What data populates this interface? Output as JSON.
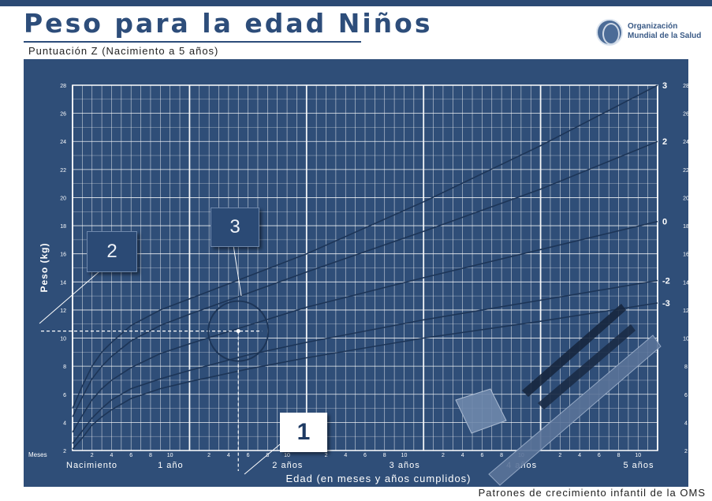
{
  "header": {
    "title": "Peso para la edad Niños",
    "subtitle": "Puntuación Z (Nacimiento a 5 años)",
    "org_line1": "Organización",
    "org_line2": "Mundial de la Salud",
    "footer": "Patrones de crecimiento infantil de la OMS"
  },
  "callouts": [
    {
      "label": "1"
    },
    {
      "label": "2"
    },
    {
      "label": "3"
    }
  ],
  "colors": {
    "panel": "#2f4e78",
    "grid": "#ffffff",
    "curve": "#1d3557",
    "accent": "#2d4d7a"
  },
  "chart_data": {
    "type": "line",
    "title": "Peso para la edad Niños",
    "subtitle": "Puntuación Z (Nacimiento a 5 años)",
    "xlabel": "Edad (en meses y años cumplidos)",
    "ylabel": "Peso (kg)",
    "xlim": [
      0,
      60
    ],
    "ylim": [
      2,
      28
    ],
    "grid": true,
    "y_ticks": [
      2,
      4,
      6,
      8,
      10,
      12,
      14,
      16,
      18,
      20,
      22,
      24,
      26,
      28
    ],
    "y_tick_labels_left": [
      "2",
      "4",
      "6",
      "8",
      "10",
      "12",
      "14",
      "16",
      "18",
      "20",
      "22",
      "24",
      "26",
      "28"
    ],
    "month_label": "Meses",
    "year_labels": [
      {
        "month": 0,
        "text": "Nacimiento"
      },
      {
        "month": 12,
        "text": "1 año"
      },
      {
        "month": 24,
        "text": "2 años"
      },
      {
        "month": 36,
        "text": "3 años"
      },
      {
        "month": 48,
        "text": "4 años"
      },
      {
        "month": 60,
        "text": "5 años"
      }
    ],
    "month_ticks": [
      "2",
      "4",
      "6",
      "8",
      "10"
    ],
    "series": [
      {
        "name": "3",
        "x": [
          0,
          1,
          2,
          3,
          4,
          6,
          9,
          12,
          18,
          24,
          36,
          48,
          60
        ],
        "values": [
          5.0,
          6.6,
          8.0,
          9.0,
          9.7,
          10.9,
          12.0,
          12.8,
          14.4,
          16.0,
          19.7,
          23.7,
          28.0
        ]
      },
      {
        "name": "2",
        "x": [
          0,
          1,
          2,
          3,
          4,
          6,
          9,
          12,
          18,
          24,
          36,
          48,
          60
        ],
        "values": [
          4.4,
          5.8,
          7.1,
          8.0,
          8.7,
          9.8,
          10.9,
          11.7,
          13.2,
          14.7,
          17.6,
          20.6,
          24.0
        ]
      },
      {
        "name": "0",
        "x": [
          0,
          1,
          2,
          3,
          4,
          6,
          9,
          12,
          18,
          24,
          36,
          48,
          60
        ],
        "values": [
          3.3,
          4.5,
          5.6,
          6.4,
          7.0,
          7.9,
          8.9,
          9.6,
          10.9,
          12.2,
          14.3,
          16.3,
          18.3
        ]
      },
      {
        "name": "-2",
        "x": [
          0,
          1,
          2,
          3,
          4,
          6,
          9,
          12,
          18,
          24,
          36,
          48,
          60
        ],
        "values": [
          2.5,
          3.4,
          4.3,
          5.0,
          5.6,
          6.4,
          7.1,
          7.7,
          8.8,
          9.7,
          11.3,
          12.7,
          14.1
        ]
      },
      {
        "name": "-3",
        "x": [
          0,
          1,
          2,
          3,
          4,
          6,
          9,
          12,
          18,
          24,
          36,
          48,
          60
        ],
        "values": [
          2.1,
          2.9,
          3.8,
          4.4,
          4.9,
          5.7,
          6.4,
          6.9,
          7.8,
          8.6,
          10.0,
          11.2,
          12.5
        ]
      }
    ],
    "annotation_point": {
      "x": 17,
      "y": 10.5
    }
  }
}
